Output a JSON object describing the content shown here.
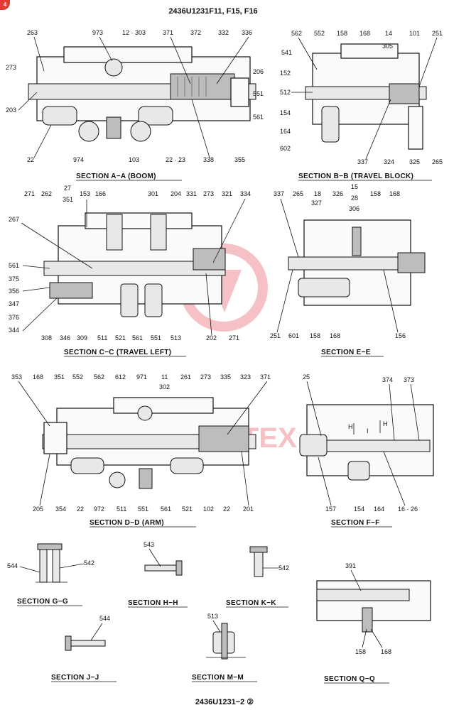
{
  "document": {
    "title": "2436U1231F11, F15, F16",
    "footer": "2436U1231−2 ②",
    "corner_badge": "4",
    "watermark_text": "TEX",
    "watermark_color": "#e8505b"
  },
  "sections": {
    "aa": {
      "caption": "SECTION  A−A   (BOOM)",
      "labels": [
        "263",
        "973",
        "12 · 303",
        "371",
        "372",
        "332",
        "336",
        "273",
        "206",
        "551",
        "203",
        "561",
        "22",
        "974",
        "103",
        "22 · 23",
        "338",
        "355"
      ]
    },
    "bb": {
      "caption": "SECTION  B−B  (TRAVEL BLOCK)",
      "labels": [
        "562",
        "552",
        "158",
        "168",
        "14",
        "305",
        "101",
        "251",
        "541",
        "152",
        "512",
        "154",
        "164",
        "602",
        "337",
        "324",
        "325",
        "265"
      ]
    },
    "cc": {
      "caption": "SECTION  C−C   (TRAVEL LEFT)",
      "labels": [
        "271",
        "262",
        "27",
        "351",
        "153",
        "166",
        "301",
        "204",
        "331",
        "273",
        "321",
        "334",
        "267",
        "561",
        "375",
        "356",
        "347",
        "376",
        "344",
        "308",
        "346",
        "309",
        "511",
        "521",
        "561",
        "551",
        "513",
        "202",
        "271"
      ]
    },
    "ee": {
      "caption": "SECTION  E−E",
      "labels": [
        "337",
        "265",
        "18",
        "327",
        "15",
        "28",
        "326",
        "306",
        "158",
        "168",
        "251",
        "601",
        "158",
        "168",
        "156"
      ]
    },
    "dd": {
      "caption": "SECTION  D−D     (ARM)",
      "labels": [
        "353",
        "168",
        "351",
        "552",
        "562",
        "612",
        "971",
        "11",
        "302",
        "261",
        "273",
        "335",
        "323",
        "371",
        "205",
        "354",
        "22",
        "972",
        "511",
        "551",
        "561",
        "521",
        "102",
        "22",
        "201"
      ]
    },
    "ff": {
      "caption": "SECTION  F−F",
      "labels": [
        "25",
        "374",
        "373",
        "H",
        "I",
        "H",
        "157",
        "154",
        "164",
        "16 · 26"
      ]
    },
    "gg": {
      "caption": "SECTION  G−G",
      "labels": [
        "544",
        "542"
      ]
    },
    "hh": {
      "caption": "SECTION  H−H",
      "labels": [
        "543"
      ]
    },
    "kk": {
      "caption": "SECTION  K−K",
      "labels": [
        "542"
      ]
    },
    "qq": {
      "caption": "SECTION  Q−Q",
      "labels": [
        "391",
        "158",
        "168"
      ]
    },
    "jj": {
      "caption": "SECTION  J−J",
      "labels": [
        "544"
      ]
    },
    "mm": {
      "caption": "SECTION  M−M",
      "labels": [
        "513"
      ]
    }
  }
}
